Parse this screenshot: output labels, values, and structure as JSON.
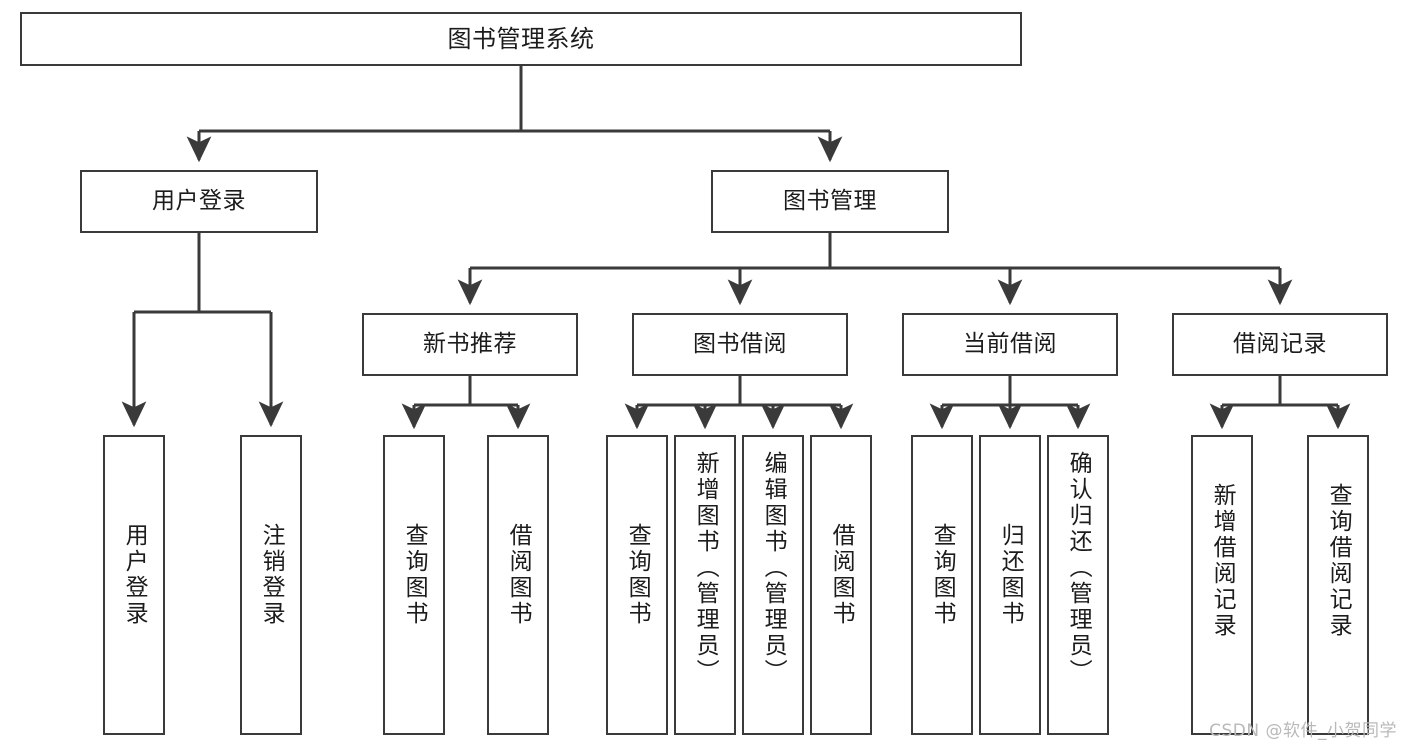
{
  "diagram": {
    "title": "图书管理系统",
    "type": "tree",
    "root": {
      "label": "图书管理系统"
    },
    "level1": [
      {
        "label": "用户登录"
      },
      {
        "label": "图书管理"
      }
    ],
    "level2": [
      {
        "label": "新书推荐"
      },
      {
        "label": "图书借阅"
      },
      {
        "label": "当前借阅"
      },
      {
        "label": "借阅记录"
      }
    ],
    "leaves": {
      "user_login": [
        {
          "label": "用户登录"
        },
        {
          "label": "注销登录"
        }
      ],
      "new_book_recommend": [
        {
          "label": "查询图书"
        },
        {
          "label": "借阅图书"
        }
      ],
      "book_borrow": [
        {
          "label": "查询图书"
        },
        {
          "label": "新增图书（管理员）"
        },
        {
          "label": "编辑图书（管理员）"
        },
        {
          "label": "借阅图书"
        }
      ],
      "current_borrow": [
        {
          "label": "查询图书"
        },
        {
          "label": "归还图书"
        },
        {
          "label": "确认归还（管理员）"
        }
      ],
      "borrow_record": [
        {
          "label": "新增借阅记录"
        },
        {
          "label": "查询借阅记录"
        }
      ]
    }
  },
  "watermark": {
    "text": "CSDN @软件_小贺同学"
  },
  "colors": {
    "border": "#3a3a3a",
    "background": "#ffffff",
    "text": "#1c1c1c",
    "watermark": "#b9b9b9"
  }
}
